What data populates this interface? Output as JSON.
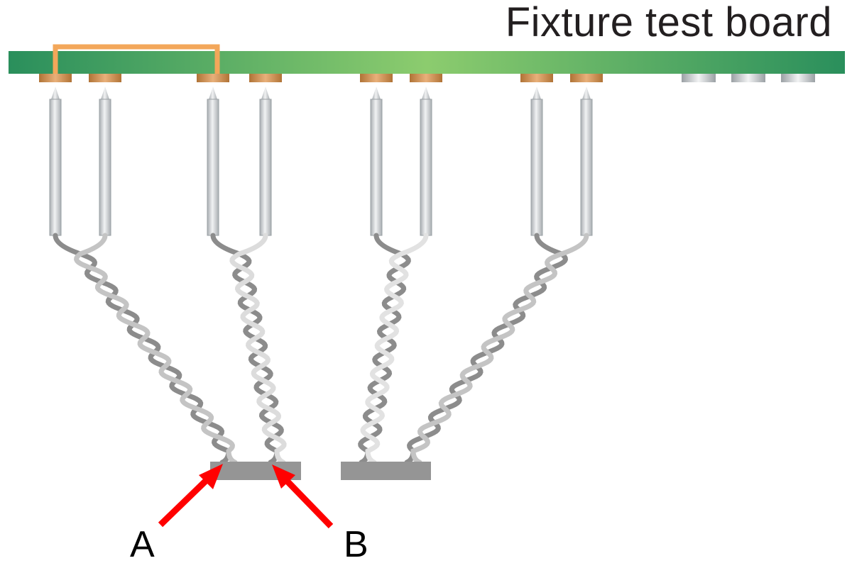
{
  "title": "Fixture test board",
  "callouts": [
    {
      "label": "A"
    },
    {
      "label": "B"
    }
  ],
  "colors": {
    "board_dark": "#2a8f5c",
    "board_light": "#8ccc6e",
    "jumper": "#f3a75a",
    "pad_copper": "#c98a4d",
    "pad_silver": "#b8bcbf",
    "probe": "#c9cdd0",
    "wire_dark": "#8f8f8f",
    "wire_light": "#cfcfcf",
    "target": "#959595",
    "arrow": "#ff0000"
  },
  "icons": [
    "arrow-a-icon",
    "arrow-b-icon"
  ]
}
